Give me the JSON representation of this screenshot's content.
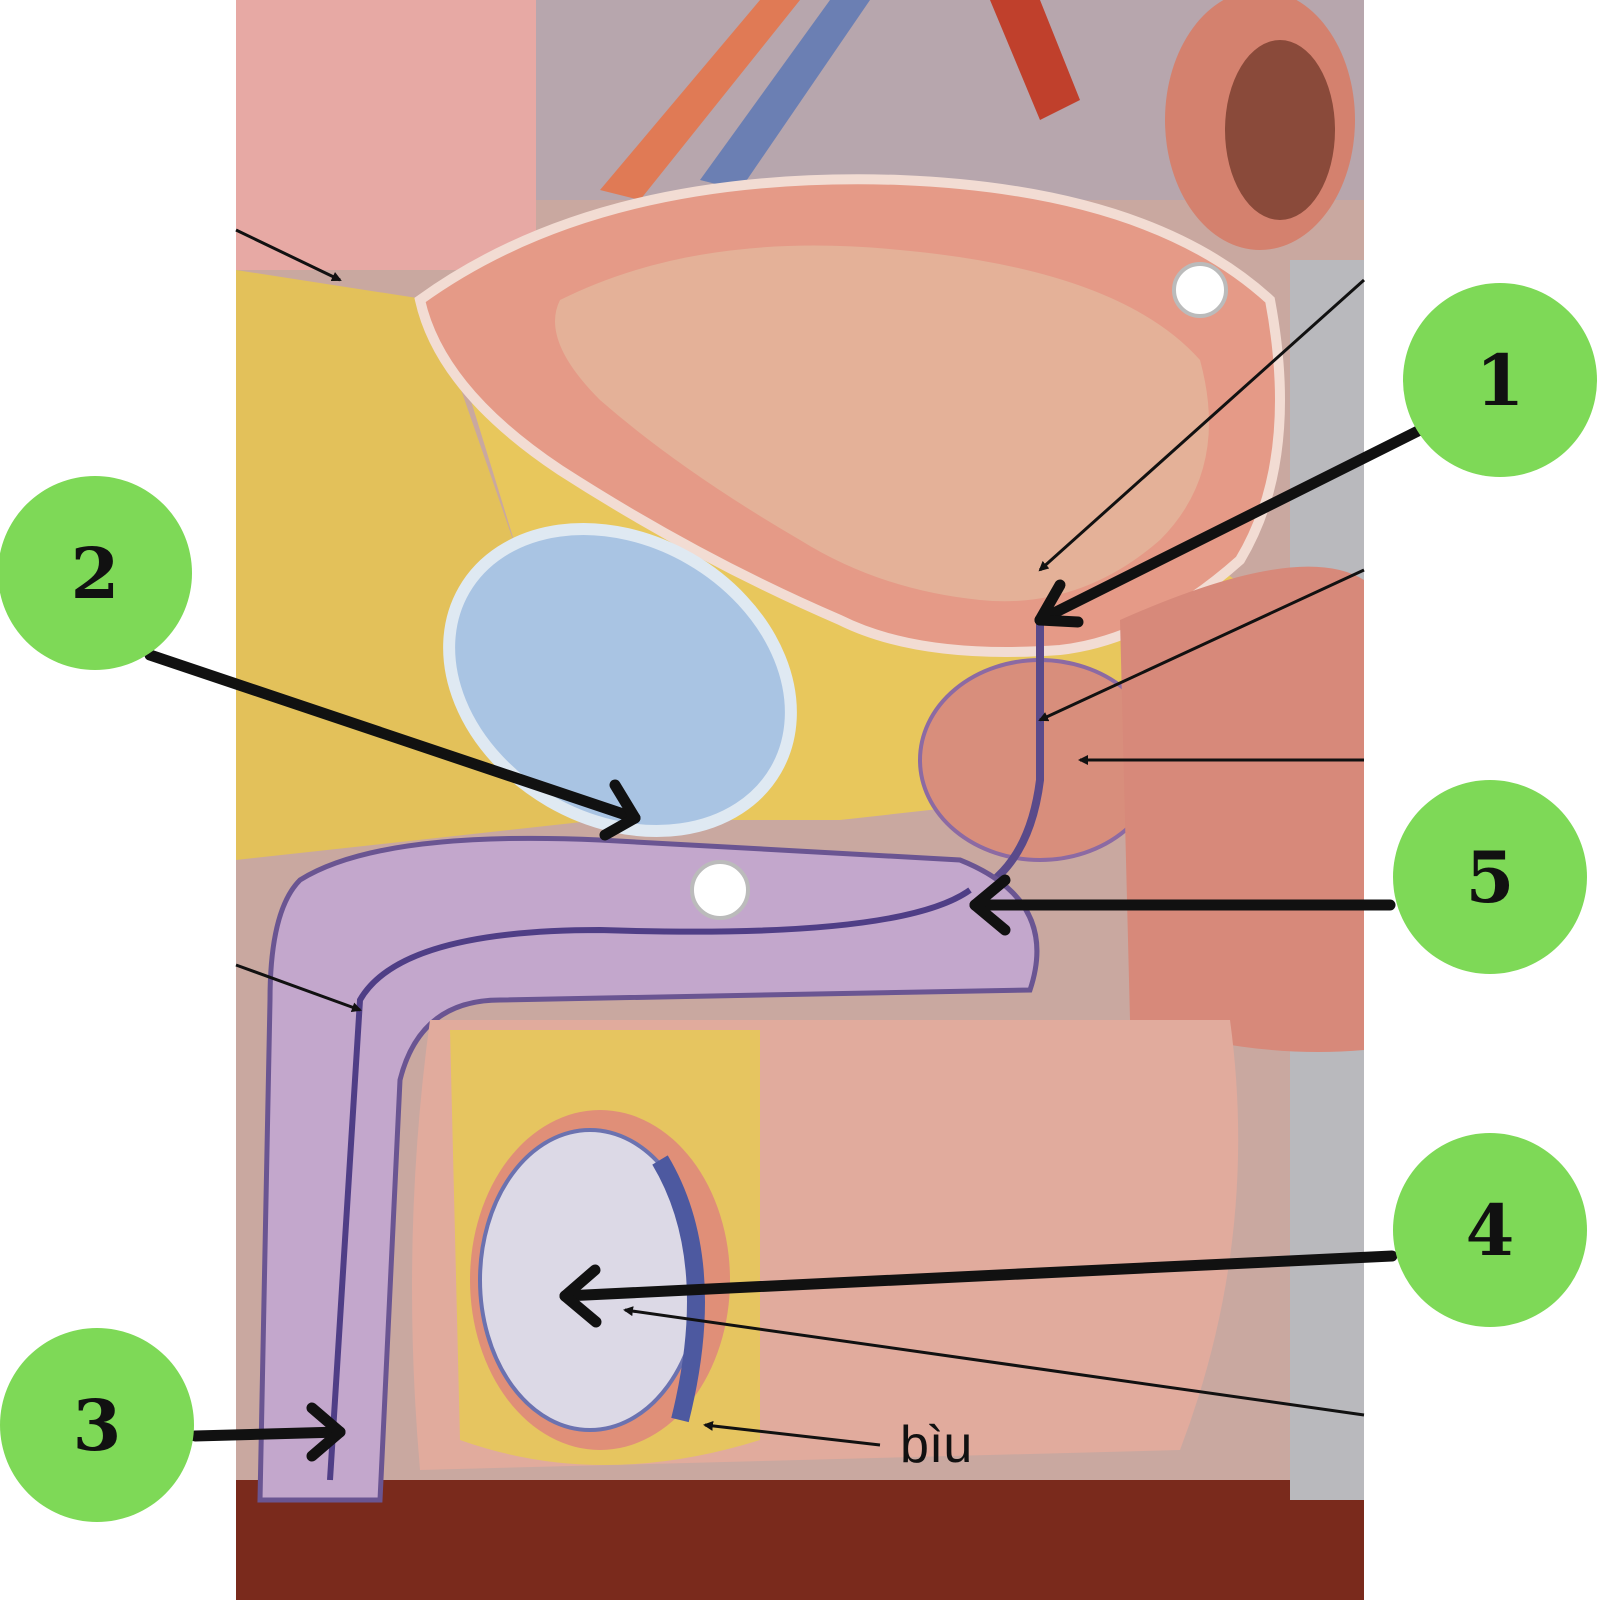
{
  "figure": {
    "background": "#ffffff",
    "callout_fill": "#7ed957",
    "arrow_color": "#111111"
  },
  "callouts": [
    {
      "id": "1",
      "label": "1"
    },
    {
      "id": "2",
      "label": "2"
    },
    {
      "id": "3",
      "label": "3"
    },
    {
      "id": "4",
      "label": "4"
    },
    {
      "id": "5",
      "label": "5"
    }
  ],
  "annotations": {
    "scrotum_label": "bìu"
  }
}
